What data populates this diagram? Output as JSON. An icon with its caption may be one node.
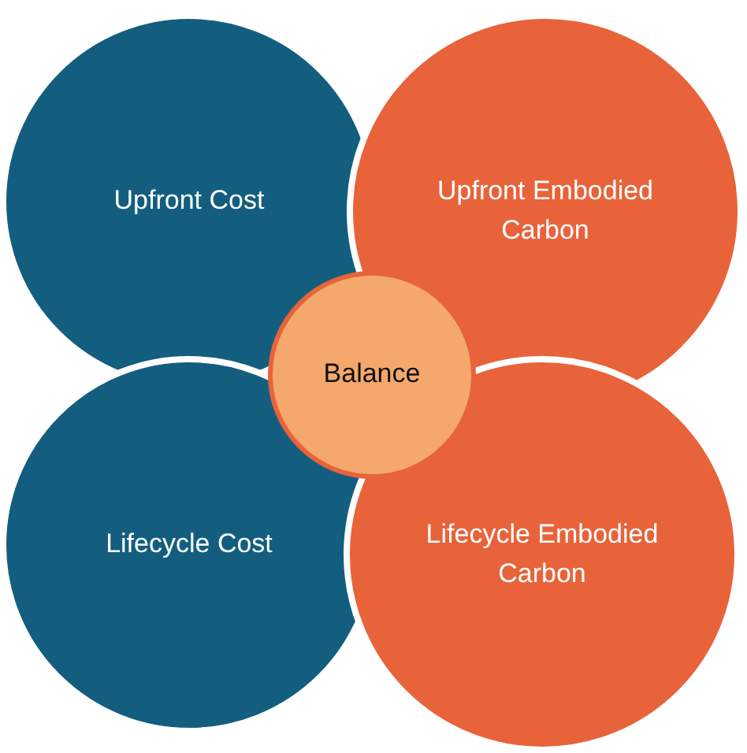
{
  "diagram": {
    "nodes": [
      {
        "text": [
          "Upfront Cost"
        ]
      },
      {
        "text": [
          "Upfront Embodied Carbon"
        ]
      },
      {
        "text": [
          "Lifecycle Cost"
        ]
      },
      {
        "text": [
          "Lifecycle Embodied Carbon"
        ]
      },
      {
        "text": [
          "Balance"
        ]
      }
    ]
  }
}
